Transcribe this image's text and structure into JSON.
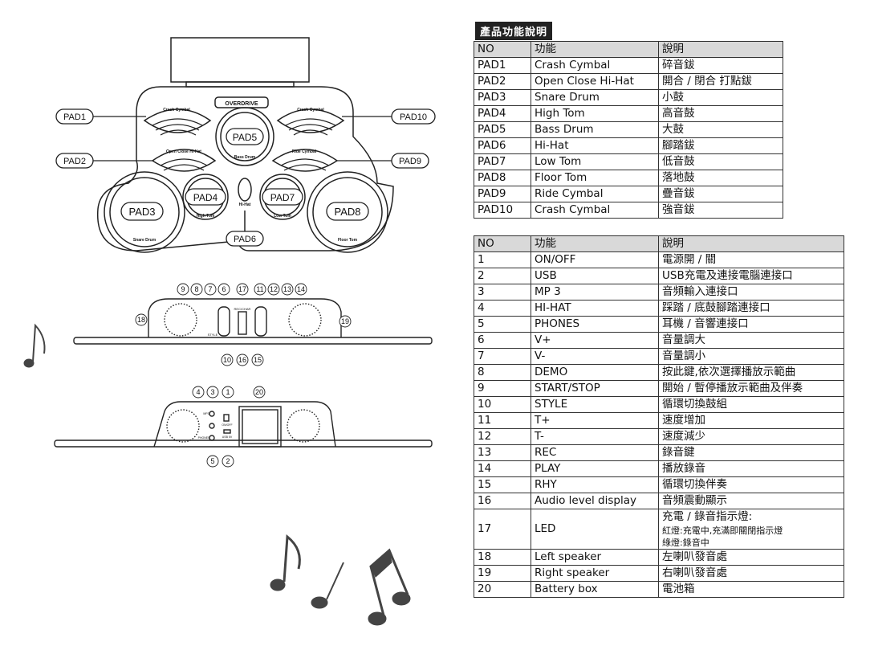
{
  "section_title": "產品功能說明",
  "pad_table": {
    "headers": [
      "NO",
      "功能",
      "說明"
    ],
    "rows": [
      [
        "PAD1",
        "Crash Cymbal",
        "碎音鈸"
      ],
      [
        "PAD2",
        "Open Close Hi-Hat",
        "開合 / 閉合 打點鈸"
      ],
      [
        "PAD3",
        "Snare Drum",
        "小鼓"
      ],
      [
        "PAD4",
        "High Tom",
        "高音鼓"
      ],
      [
        "PAD5",
        "Bass Drum",
        "大鼓"
      ],
      [
        "PAD6",
        "Hi-Hat",
        "腳踏鈸"
      ],
      [
        "PAD7",
        "Low Tom",
        "低音鼓"
      ],
      [
        "PAD8",
        "Floor Tom",
        "落地鼓"
      ],
      [
        "PAD9",
        "Ride Cymbal",
        "疊音鈸"
      ],
      [
        "PAD10",
        "Crash Cymbal",
        "強音鈸"
      ]
    ]
  },
  "func_table": {
    "headers": [
      "NO",
      "功能",
      "說明"
    ],
    "rows": [
      [
        "1",
        "ON/OFF",
        "電源開 / 關"
      ],
      [
        "2",
        "USB",
        "USB充電及連接電腦連接口"
      ],
      [
        "3",
        "MP 3",
        "音頻輸入連接口"
      ],
      [
        "4",
        "HI-HAT",
        "踩踏 / 底鼓腳踏連接口"
      ],
      [
        "5",
        "PHONES",
        "耳機 / 音響連接口"
      ],
      [
        "6",
        "V+",
        "音量調大"
      ],
      [
        "7",
        "V-",
        "音量調小"
      ],
      [
        "8",
        "DEMO",
        "按此鍵,依次選擇播放示範曲"
      ],
      [
        "9",
        "START/STOP",
        "開始 / 暫停播放示範曲及伴奏"
      ],
      [
        "10",
        "STYLE",
        "循環切換鼓組"
      ],
      [
        "11",
        "T+",
        "速度增加"
      ],
      [
        "12",
        "T-",
        "速度減少"
      ],
      [
        "13",
        "REC",
        "錄音鍵"
      ],
      [
        "14",
        "PLAY",
        "播放錄音"
      ],
      [
        "15",
        "RHY",
        "循環切換伴奏"
      ],
      [
        "16",
        "Audio level display",
        "音頻震動顯示"
      ],
      [
        "17",
        "LED",
        "充電 / 錄音指示燈:"
      ],
      [
        "18",
        "Left speaker",
        "左喇叭發音處"
      ],
      [
        "19",
        "Right speaker",
        "右喇叭發音處"
      ],
      [
        "20",
        "Battery box",
        "電池箱"
      ]
    ],
    "led_notes": [
      "紅燈:充電中,充滿即關閉指示燈",
      "綠燈:錄音中"
    ]
  },
  "diagram": {
    "brand": "OVERDRIVE",
    "pads": {
      "pad1": "PAD1",
      "pad2": "PAD2",
      "pad3": "PAD3",
      "pad4": "PAD4",
      "pad5": "PAD5",
      "pad6": "PAD6",
      "pad7": "PAD7",
      "pad8": "PAD8",
      "pad9": "PAD9",
      "pad10": "PAD10"
    },
    "pad_captions": {
      "crash1": "Crash Cymbal",
      "crash2": "Crash Cymbal",
      "hihat_open": "Open Close Hi-Hat",
      "ride": "Ride Cymbal",
      "bass": "Bass Drum",
      "snare": "Snare Drum",
      "high_tom": "High Tom",
      "low_tom": "Low Tom",
      "floor_tom": "Floor Tom",
      "hihat": "Hi-Hat"
    },
    "front_labels": {
      "rec_led": "REC/CHAR",
      "style": "STYLE"
    },
    "back_labels": {
      "mp3": "MP3",
      "onoff": "ON/OFF",
      "phones": "PHONES",
      "usb": "USB 5V"
    },
    "callouts": {
      "c1": "1",
      "c2": "2",
      "c3": "3",
      "c4": "4",
      "c5": "5",
      "c6": "6",
      "c7": "7",
      "c8": "8",
      "c9": "9",
      "c10": "10",
      "c11": "11",
      "c12": "12",
      "c13": "13",
      "c14": "14",
      "c15": "15",
      "c16": "16",
      "c17": "17",
      "c18": "18",
      "c19": "19",
      "c20": "20"
    }
  }
}
